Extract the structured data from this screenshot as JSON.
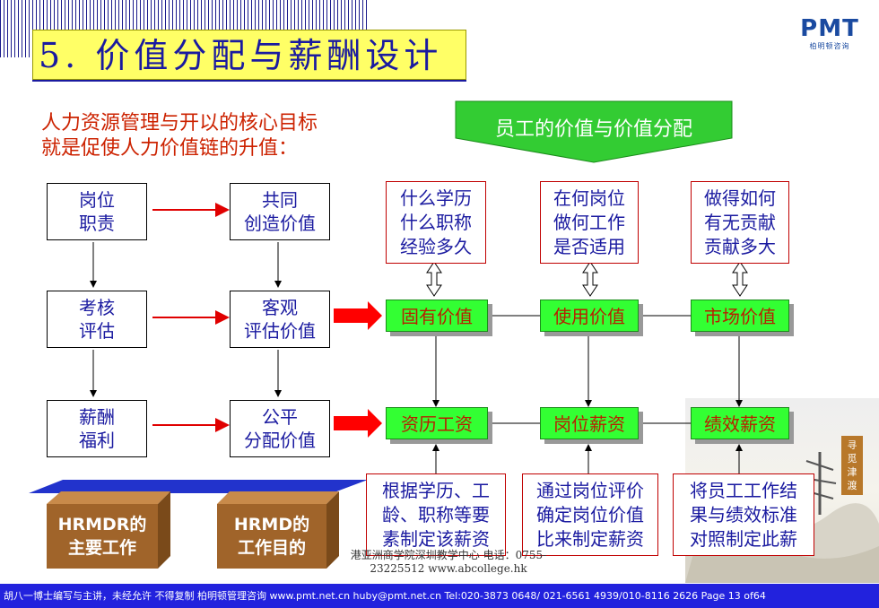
{
  "title": "5. 价值分配与薪酬设计",
  "logo": {
    "main": "PMT",
    "sub": "柏明顿咨询"
  },
  "subtitle": {
    "line1": "人力资源管理与开以的核心目标",
    "line2": "就是促使人力价值链的升值："
  },
  "banner": "员工的价值与价值分配",
  "left_col": [
    [
      "岗位",
      "职责"
    ],
    [
      "考核",
      "评估"
    ],
    [
      "薪酬",
      "福利"
    ]
  ],
  "mid_col": [
    [
      "共同",
      "创造价值"
    ],
    [
      "客观",
      "评估价值"
    ],
    [
      "公平",
      "分配价值"
    ]
  ],
  "top_boxes": [
    [
      "什么学历",
      "什么职称",
      "经验多久"
    ],
    [
      "在何岗位",
      "做何工作",
      "是否适用"
    ],
    [
      "做得如何",
      "有无贡献",
      "贡献多大"
    ]
  ],
  "value_boxes": [
    "固有价值",
    "使用价值",
    "市场价值"
  ],
  "pay_boxes": [
    "资历工资",
    "岗位薪资",
    "绩效薪资"
  ],
  "bottom_boxes": [
    [
      "根据学历、工",
      "龄、职称等要",
      "素制定该薪资"
    ],
    [
      "通过岗位评价",
      "确定岗位价值",
      "比来制定薪资"
    ],
    [
      "将员工工作结",
      "果与绩效标准",
      "对照制定此薪"
    ]
  ],
  "platform": {
    "left": [
      "HRMDR的",
      "主要工作"
    ],
    "right": [
      "HRMD的",
      "工作目的"
    ]
  },
  "seal": [
    "寻",
    "觅",
    "津",
    "渡"
  ],
  "watermark": [
    "港亚洲商学院深圳教学中心 电话：0755-",
    "23225512 www.abcollege.hk"
  ],
  "footer": "胡八一博士编写与主讲，未经允许  不得复制  柏明顿管理咨询  www.pmt.net.cn   huby@pmt.net.cn   Tel:020-3873 0648/ 021-6561 4939/010-8116 2626  Page 13 of64"
}
